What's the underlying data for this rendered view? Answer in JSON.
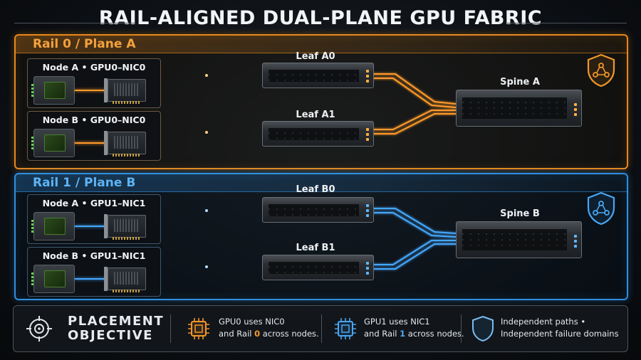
{
  "title": "RAIL-ALIGNED DUAL-PLANE GPU FABRIC",
  "colors": {
    "plane_a": "#e8891c",
    "plane_b": "#2f8fe0"
  },
  "plane_a": {
    "label": "Rail 0 / Plane A",
    "nodes": [
      "Node A  •  GPU0–NIC0",
      "Node B  •  GPU0–NIC0"
    ],
    "leaves": [
      "Leaf A0",
      "Leaf A1"
    ],
    "spine": "Spine A",
    "icon": "shield-network-icon"
  },
  "plane_b": {
    "label": "Rail 1 / Plane B",
    "nodes": [
      "Node A  •  GPU1–NIC1",
      "Node B  •  GPU1–NIC1"
    ],
    "leaves": [
      "Leaf B0",
      "Leaf B1"
    ],
    "spine": "Spine B",
    "icon": "shield-network-icon"
  },
  "objective": {
    "title_1": "PLACEMENT",
    "title_2": "OBJECTIVE",
    "item1": {
      "line1": "GPU0 uses NIC0",
      "line2_pre": "and Rail ",
      "line2_hl": "0",
      "line2_post": " across nodes.",
      "icon": "chip-icon"
    },
    "item2": {
      "line1": "GPU1 uses NIC1",
      "line2_pre": "and Rail ",
      "line2_hl": "1",
      "line2_post": " across nodes.",
      "icon": "chip-icon"
    },
    "item3": {
      "line1": "Independent paths •",
      "line2": "Independent failure domains",
      "icon": "shield-icon"
    }
  }
}
